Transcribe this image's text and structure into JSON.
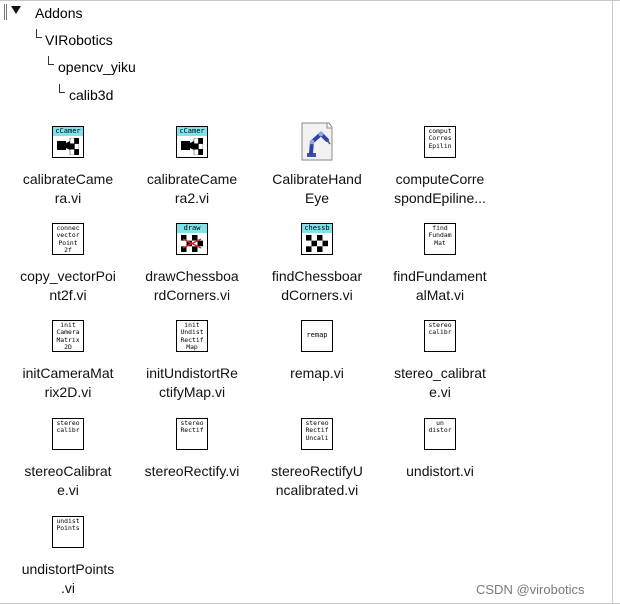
{
  "tree": {
    "root": "Addons",
    "level1": "VIRobotics",
    "level2": "opencv_yiku",
    "level3": "calib3d"
  },
  "icons": [
    {
      "id": "calibrateCamera",
      "label_l1": "calibrateCame",
      "label_l2": "ra.vi",
      "band": "cCamer",
      "icon_text": "",
      "kind": "camera"
    },
    {
      "id": "calibrateCamera2",
      "label_l1": "calibrateCame",
      "label_l2": "ra2.vi",
      "band": "cCamer",
      "icon_text": "",
      "kind": "camera"
    },
    {
      "id": "CalibrateHandEye",
      "label_l1": "CalibrateHand",
      "label_l2": "Eye",
      "band": "",
      "icon_text": "",
      "kind": "robot"
    },
    {
      "id": "computeCorrespondEpilines",
      "label_l1": "computeCorre",
      "label_l2": "spondEpiline...",
      "band": "",
      "icon_text": "comput\nCorres\nEpilin",
      "kind": "text"
    },
    {
      "id": "copy_vectorPoint2f",
      "label_l1": "copy_vectorPoi",
      "label_l2": "nt2f.vi",
      "band": "",
      "icon_text": "connec\nvector\nPoint\n2f",
      "kind": "text"
    },
    {
      "id": "drawChessboardCorners",
      "label_l1": "drawChessboa",
      "label_l2": "rdCorners.vi",
      "band": "draw",
      "icon_text": "",
      "kind": "draw"
    },
    {
      "id": "findChessboardCorners",
      "label_l1": "findChessboar",
      "label_l2": "dCorners.vi",
      "band": "chessb",
      "icon_text": "",
      "kind": "chess"
    },
    {
      "id": "findFundamentalMat",
      "label_l1": "findFundament",
      "label_l2": "alMat.vi",
      "band": "",
      "icon_text": "find\nFundam\nMat",
      "kind": "text"
    },
    {
      "id": "initCameraMatrix2D",
      "label_l1": "initCameraMat",
      "label_l2": "rix2D.vi",
      "band": "",
      "icon_text": "init\nCamera\nMatrix\n2D",
      "kind": "text"
    },
    {
      "id": "initUndistortRectifyMap",
      "label_l1": "initUndistortRe",
      "label_l2": "ctifyMap.vi",
      "band": "",
      "icon_text": "init\nUndist\nRectif\nMap",
      "kind": "text"
    },
    {
      "id": "remap",
      "label_l1": "remap.vi",
      "label_l2": "",
      "band": "",
      "icon_text": "remap",
      "kind": "text1"
    },
    {
      "id": "stereo_calibrate",
      "label_l1": "stereo_calibrat",
      "label_l2": "e.vi",
      "band": "",
      "icon_text": "stereo\ncalibr",
      "kind": "text"
    },
    {
      "id": "stereoCalibrate",
      "label_l1": "stereoCalibrat",
      "label_l2": "e.vi",
      "band": "",
      "icon_text": "stereo\ncalibr",
      "kind": "text"
    },
    {
      "id": "stereoRectify",
      "label_l1": "stereoRectify.vi",
      "label_l2": "",
      "band": "",
      "icon_text": "stereo\nRectif",
      "kind": "text"
    },
    {
      "id": "stereoRectifyUncalibrated",
      "label_l1": "stereoRectifyU",
      "label_l2": "ncalibrated.vi",
      "band": "",
      "icon_text": "stereo\nRectif\nUncali",
      "kind": "text"
    },
    {
      "id": "undistort",
      "label_l1": "undistort.vi",
      "label_l2": "",
      "band": "",
      "icon_text": "un\ndistor",
      "kind": "text"
    },
    {
      "id": "undistortPoints",
      "label_l1": "undistortPoints",
      "label_l2": ".vi",
      "band": "",
      "icon_text": "undist\nPoints",
      "kind": "text"
    }
  ],
  "watermark": "CSDN @virobotics",
  "colors": {
    "band": "#7fe3e9",
    "chessRed": "#d8202a"
  }
}
